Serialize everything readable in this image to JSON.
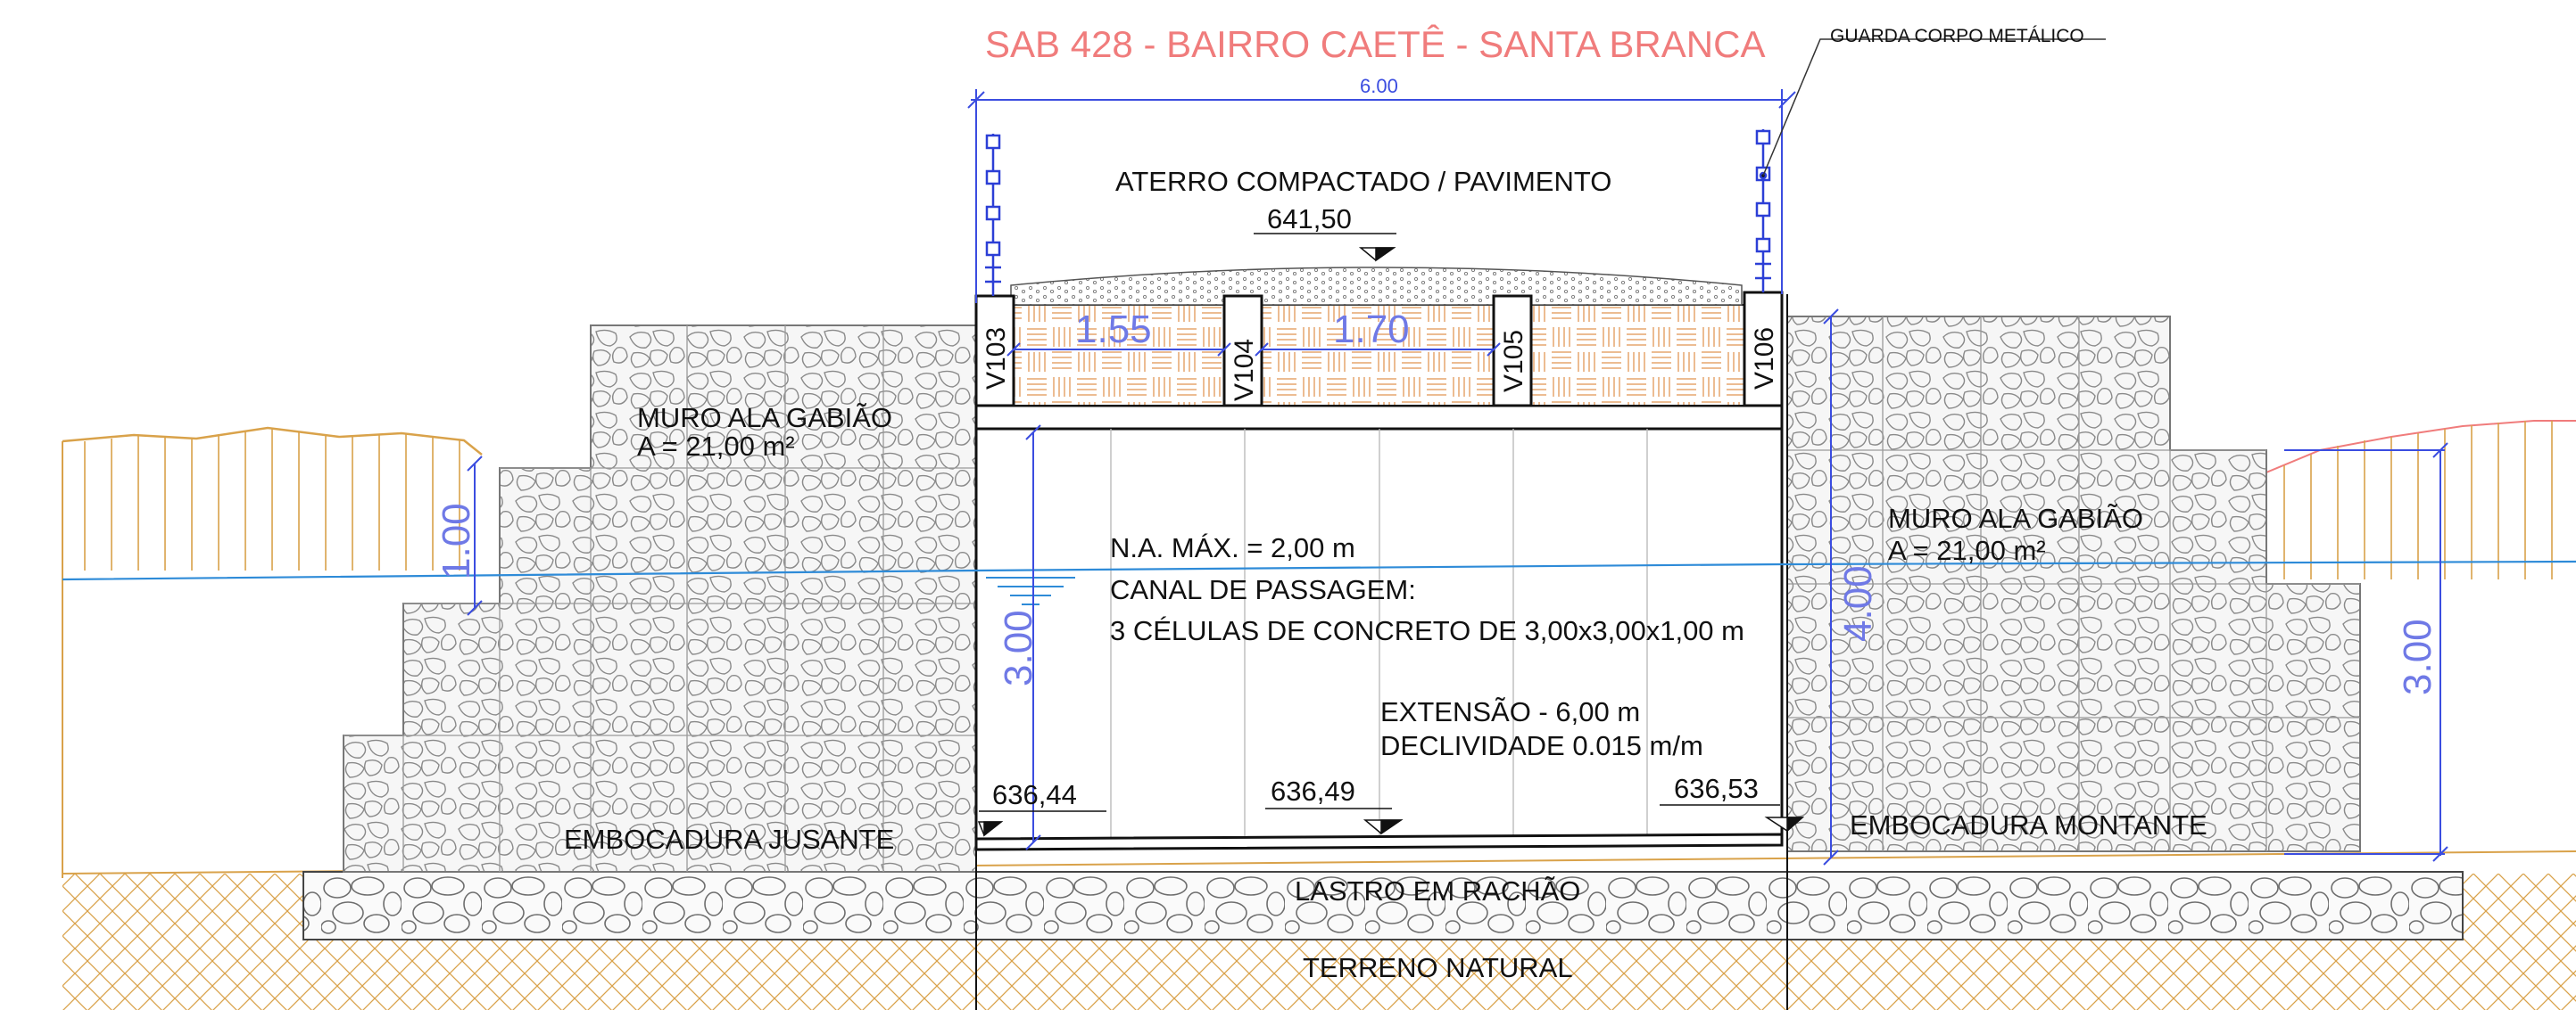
{
  "title": "SAB 428 - BAIRRO CAETÊ - SANTA BRANCA",
  "callouts": {
    "guard_rail": "GUARDA CORPO METÁLICO",
    "fill": "ATERRO COMPACTADO / PAVIMENTO",
    "wing_wall_left": "MURO ALA GABIÃO",
    "wing_wall_left_area": "A = 21,00 m²",
    "wing_wall_right": "MURO ALA GABIÃO",
    "wing_wall_right_area": "A = 21,00 m²",
    "max_water_level": "N.A. MÁX. = 2,00 m",
    "channel_title": "CANAL DE PASSAGEM:",
    "channel_cells": "3 CÉLULAS DE CONCRETO DE 3,00x3,00x1,00 m",
    "extension": "EXTENSÃO - 6,00 m",
    "slope": "DECLIVIDADE 0.015 m/m",
    "outlet": "EMBOCADURA JUSANTE",
    "inlet": "EMBOCADURA MONTANTE",
    "ballast": "LASTRO EM RACHÃO",
    "natural_ground": "TERRENO NATURAL"
  },
  "elevations": {
    "top": "641,50",
    "left": "636,44",
    "center": "636,49",
    "right": "636,53"
  },
  "beams": [
    "V103",
    "V104",
    "V105",
    "V106"
  ],
  "dimensions": {
    "width_total": "6.00",
    "span_left": "1.55",
    "span_right": "1.70",
    "left_wall_step": "1.00",
    "channel_height": "3.00",
    "right_wall_height": "4.00",
    "right_outer_height": "3.00"
  },
  "colors": {
    "title": "#f07c7c",
    "dimension": "#3b4de0",
    "water_line": "#2e8bd8",
    "ground": "#d9a24a",
    "paving": "#e6a56e"
  }
}
